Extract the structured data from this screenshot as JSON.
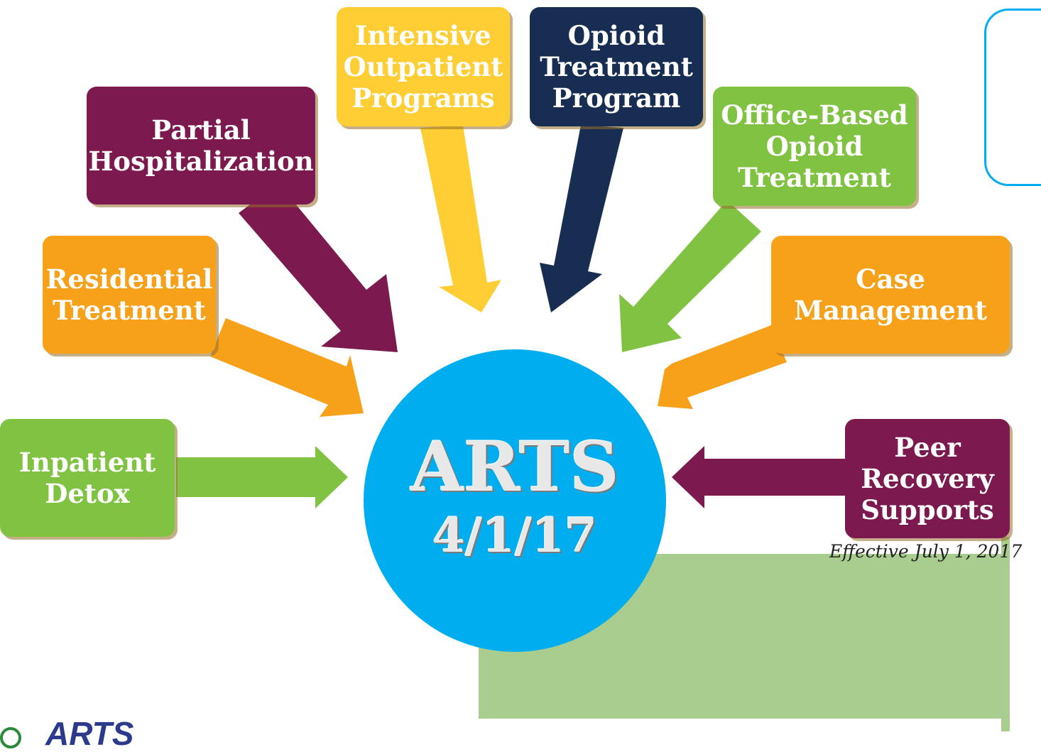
{
  "nodes": {
    "inpatient_detox": "Inpatient\nDetox",
    "residential_treatment": "Residential\nTreatment",
    "partial_hospitalization": "Partial\nHospitalization",
    "intensive_outpatient": "Intensive\nOutpatient\nPrograms",
    "opioid_treatment_program": "Opioid\nTreatment\nProgram",
    "office_based_opioid": "Office-Based\nOpioid\nTreatment",
    "case_management": "Case\nManagement",
    "peer_recovery": "Peer\nRecovery\nSupports"
  },
  "center": {
    "title": "ARTS",
    "date": "4/1/17"
  },
  "note": "Effective July 1, 2017",
  "logo": {
    "text": "ARTS"
  },
  "colors": {
    "green": "#80c241",
    "orange": "#f7a11a",
    "purple": "#7c1a4f",
    "yellow": "#ffcd34",
    "navy": "#172d51",
    "blue": "#00aeef",
    "light_green": "#a9cd8e"
  }
}
